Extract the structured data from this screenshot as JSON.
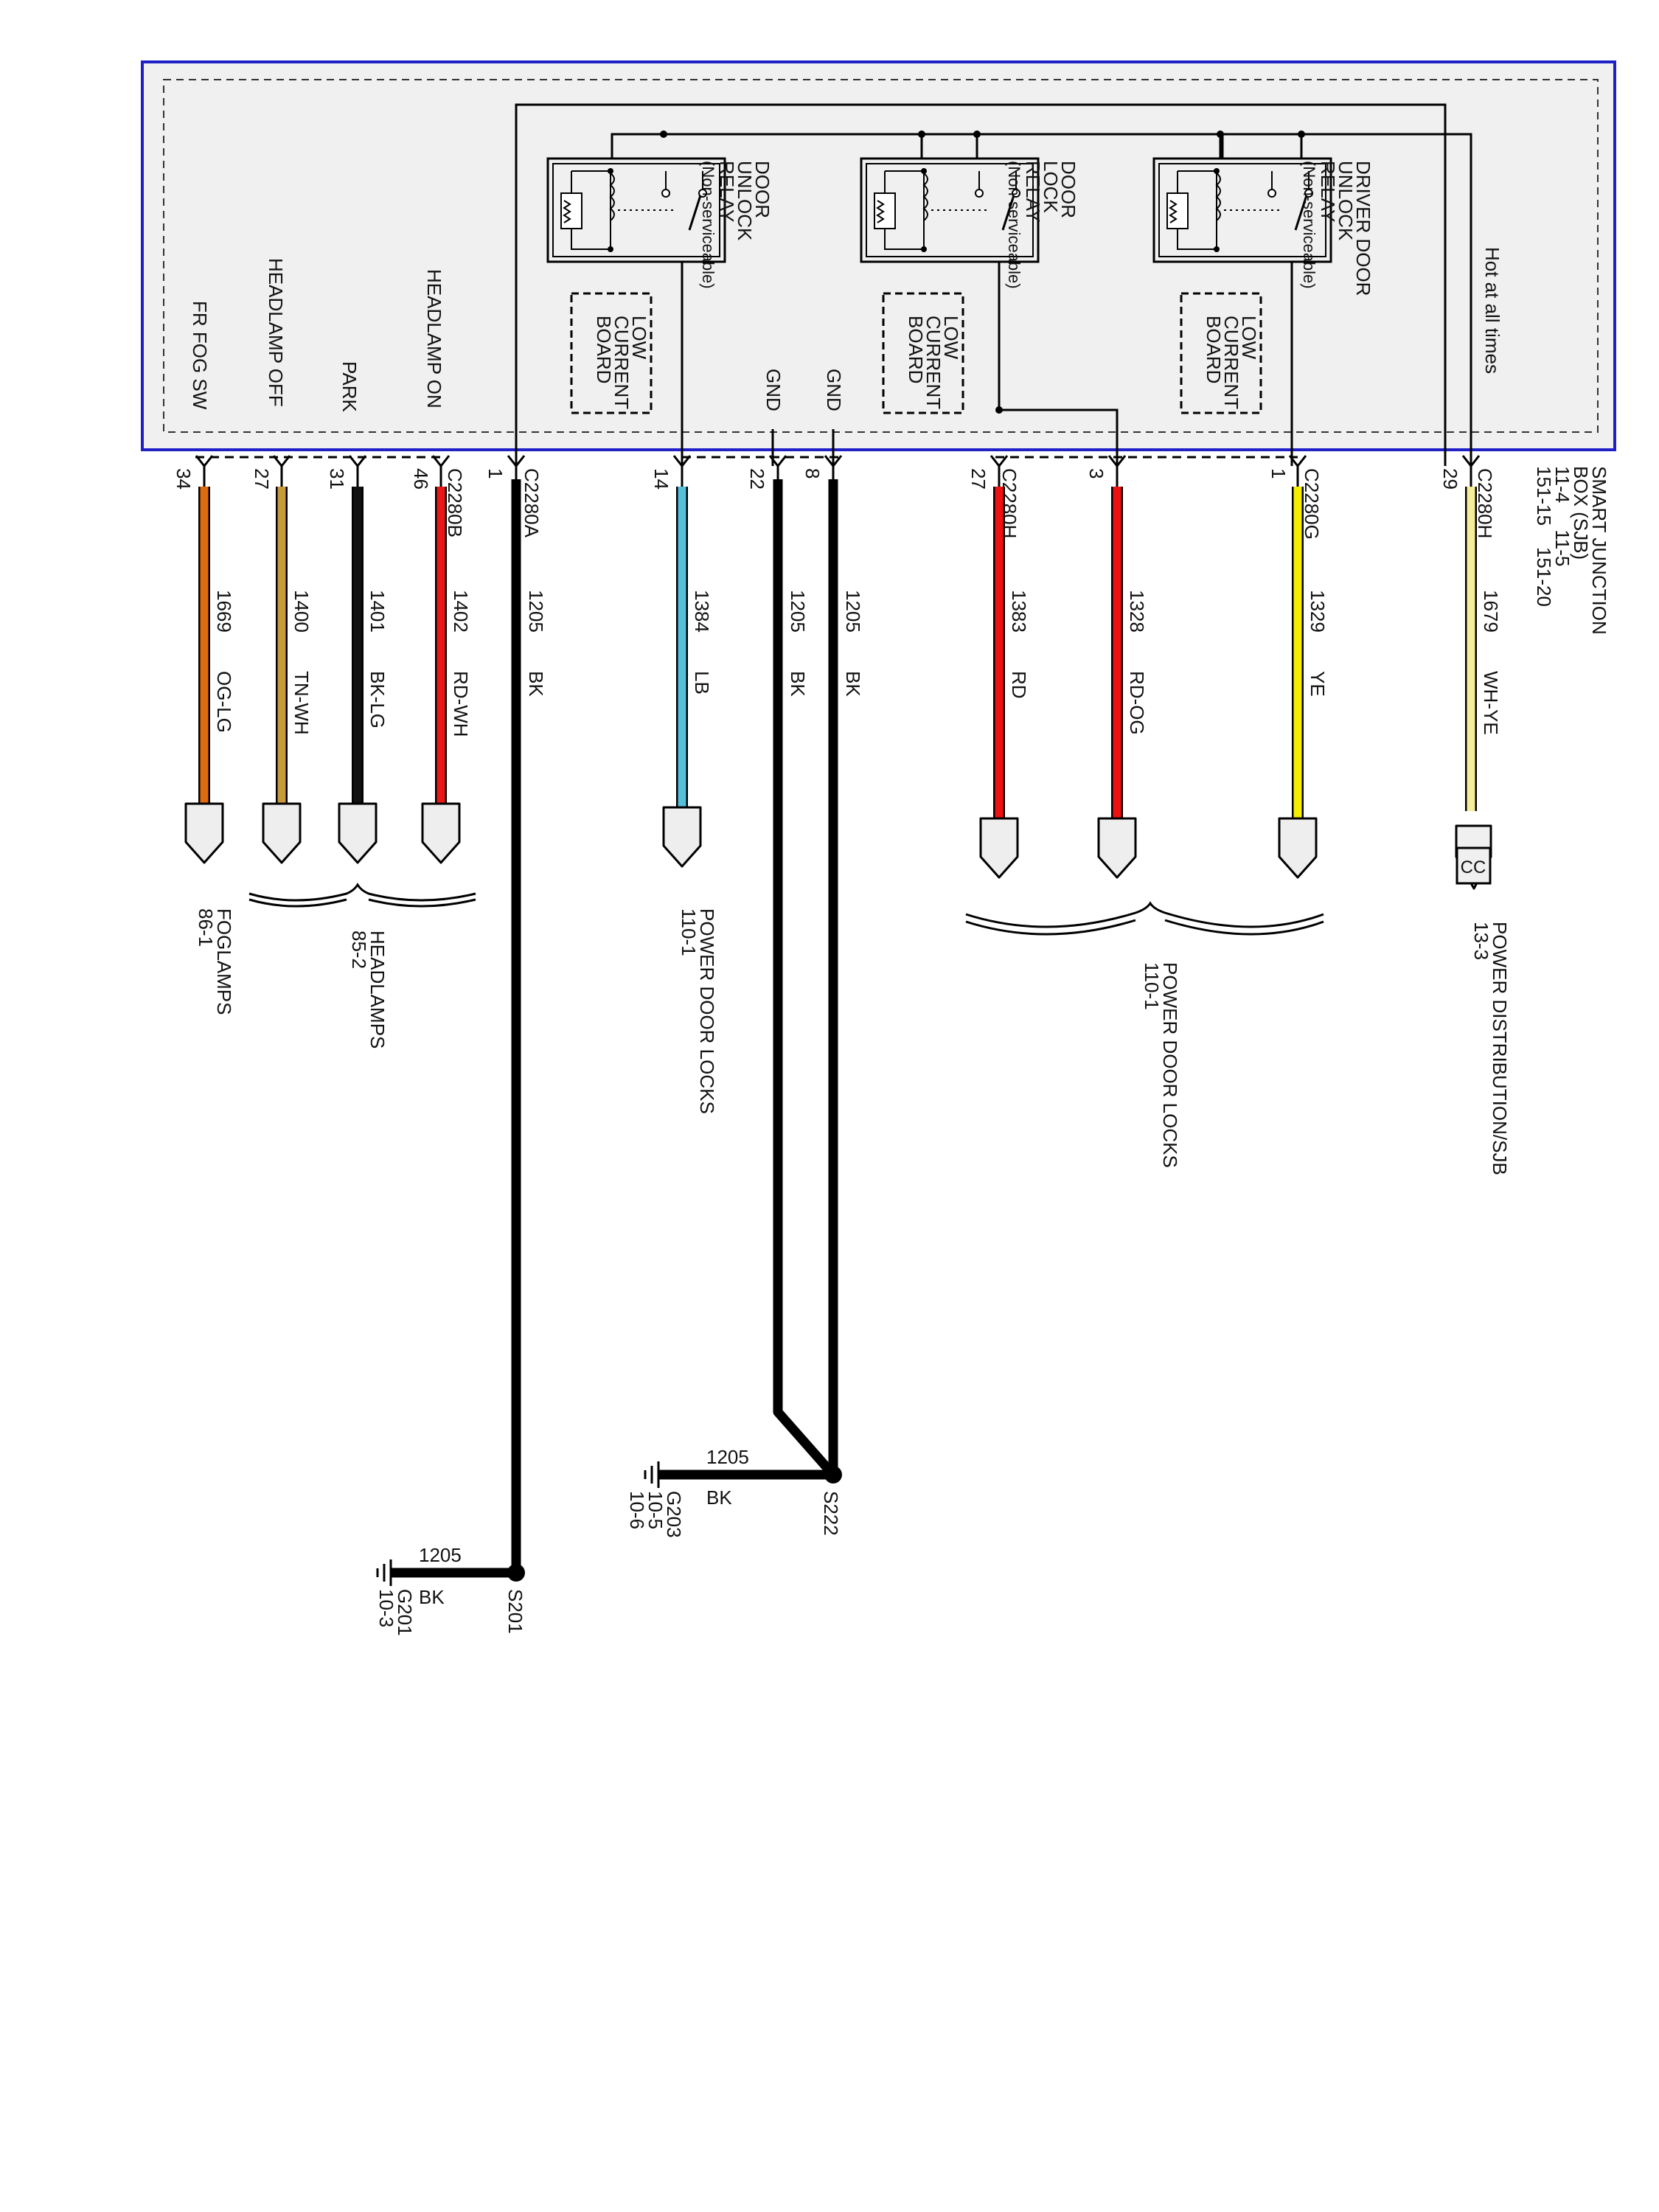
{
  "module": {
    "name_lines": [
      "SMART JUNCTION",
      "BOX (SJB)",
      "11-4     11-5",
      "151-15    151-20"
    ],
    "power_label": "Hot at all times",
    "relays": [
      {
        "lines": [
          "DRIVER DOOR",
          "UNLOCK",
          "RELAY",
          "(Non-serviceable)"
        ]
      },
      {
        "lines": [
          "DOOR",
          "LOCK",
          "RELAY",
          "(Non-serviceable)"
        ]
      },
      {
        "lines": [
          "DOOR",
          "UNLOCK",
          "RELAY",
          "(Non-serviceable)"
        ]
      }
    ],
    "boards": [
      {
        "lines": [
          "LOW",
          "CURRENT",
          "BOARD"
        ]
      },
      {
        "lines": [
          "LOW",
          "CURRENT",
          "BOARD"
        ]
      },
      {
        "lines": [
          "LOW",
          "CURRENT",
          "BOARD"
        ]
      }
    ],
    "pin_labels": [
      "GND",
      "GND",
      "HEADLAMP ON",
      "PARK",
      "HEADLAMP OFF",
      "FR FOG SW"
    ]
  },
  "connectors": [
    "C2280H",
    "C2280G",
    "C2280H",
    "C2280A",
    "C2280B"
  ],
  "wires": [
    {
      "pin": "29",
      "circuit": "1679",
      "color_code": "WH-YE",
      "hex": "#f4ee9a"
    },
    {
      "pin": "1",
      "circuit": "1329",
      "color_code": "YE",
      "hex": "#f5ee00"
    },
    {
      "pin": "3",
      "circuit": "1328",
      "color_code": "RD-OG",
      "hex": "#ee1111"
    },
    {
      "pin": "27",
      "circuit": "1383",
      "color_code": "RD",
      "hex": "#ee1111"
    },
    {
      "pin": "8",
      "circuit": "1205",
      "color_code": "BK",
      "hex": "#000000"
    },
    {
      "pin": "22",
      "circuit": "1205",
      "color_code": "BK",
      "hex": "#000000"
    },
    {
      "pin": "14",
      "circuit": "1384",
      "color_code": "LB",
      "hex": "#55c0dc"
    },
    {
      "pin": "1",
      "circuit": "1205",
      "color_code": "BK",
      "hex": "#000000"
    },
    {
      "pin": "46",
      "circuit": "1402",
      "color_code": "RD-WH",
      "hex": "#e81818"
    },
    {
      "pin": "31",
      "circuit": "1401",
      "color_code": "BK-LG",
      "hex": "#111111"
    },
    {
      "pin": "27",
      "circuit": "1400",
      "color_code": "TN-WH",
      "hex": "#c89a3a"
    },
    {
      "pin": "34",
      "circuit": "1669",
      "color_code": "OG-LG",
      "hex": "#e06a10"
    }
  ],
  "destinations": {
    "power_distribution": {
      "lines": [
        "POWER DISTRIBUTION/SJB",
        "13-3"
      ],
      "box": "CC"
    },
    "door_locks_right": {
      "lines": [
        "POWER DOOR LOCKS",
        "110-1"
      ]
    },
    "door_locks_left": {
      "lines": [
        "POWER DOOR LOCKS",
        "110-1"
      ]
    },
    "headlamps": {
      "lines": [
        "HEADLAMPS",
        "85-2"
      ]
    },
    "foglamps": {
      "lines": [
        "FOGLAMPS",
        "86-1"
      ]
    }
  },
  "splices": [
    {
      "name": "S222",
      "circuit": "1205",
      "color_code": "BK",
      "ground_lines": [
        "G203",
        "10-5",
        "10-6"
      ]
    },
    {
      "name": "S201",
      "circuit": "1205",
      "color_code": "BK",
      "ground_lines": [
        "G201",
        "10-3"
      ]
    }
  ],
  "colors": {
    "module_border": "#2020c8",
    "module_fill": "#f0f0f0"
  }
}
